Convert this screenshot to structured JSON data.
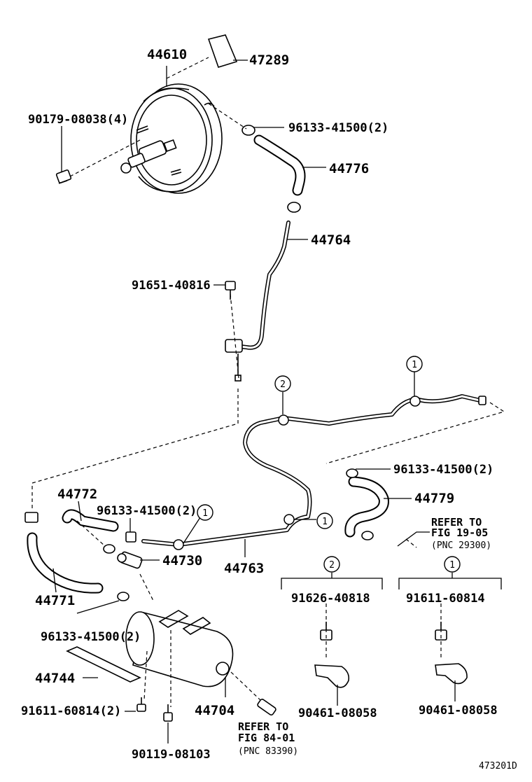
{
  "figure_id": "473201D",
  "callouts": {
    "one": "1",
    "two": "2"
  },
  "parts": {
    "p44610": "44610",
    "p47289": "47289",
    "p90179": "90179-08038(4)",
    "p96133_top": "96133-41500(2)",
    "p44776": "44776",
    "p44764": "44764",
    "p91651": "91651-40816",
    "p96133_right": "96133-41500(2)",
    "p44779": "44779",
    "p44772": "44772",
    "p96133_mid": "96133-41500(2)",
    "p44730": "44730",
    "p44763": "44763",
    "p44771": "44771",
    "p96133_left": "96133-41500(2)",
    "p44744": "44744",
    "p91611_left": "91611-60814(2)",
    "p44704": "44704",
    "p90119": "90119-08103",
    "p91626": "91626-40818",
    "p90461_a": "90461-08058",
    "p91611_right": "91611-60814",
    "p90461_b": "90461-08058"
  },
  "references": {
    "upper": {
      "line1": "REFER TO",
      "line2": "FIG 19-05",
      "line3": "(PNC 29300)"
    },
    "lower": {
      "line1": "REFER TO",
      "line2": "FIG 84-01",
      "line3": "(PNC 83390)"
    }
  }
}
